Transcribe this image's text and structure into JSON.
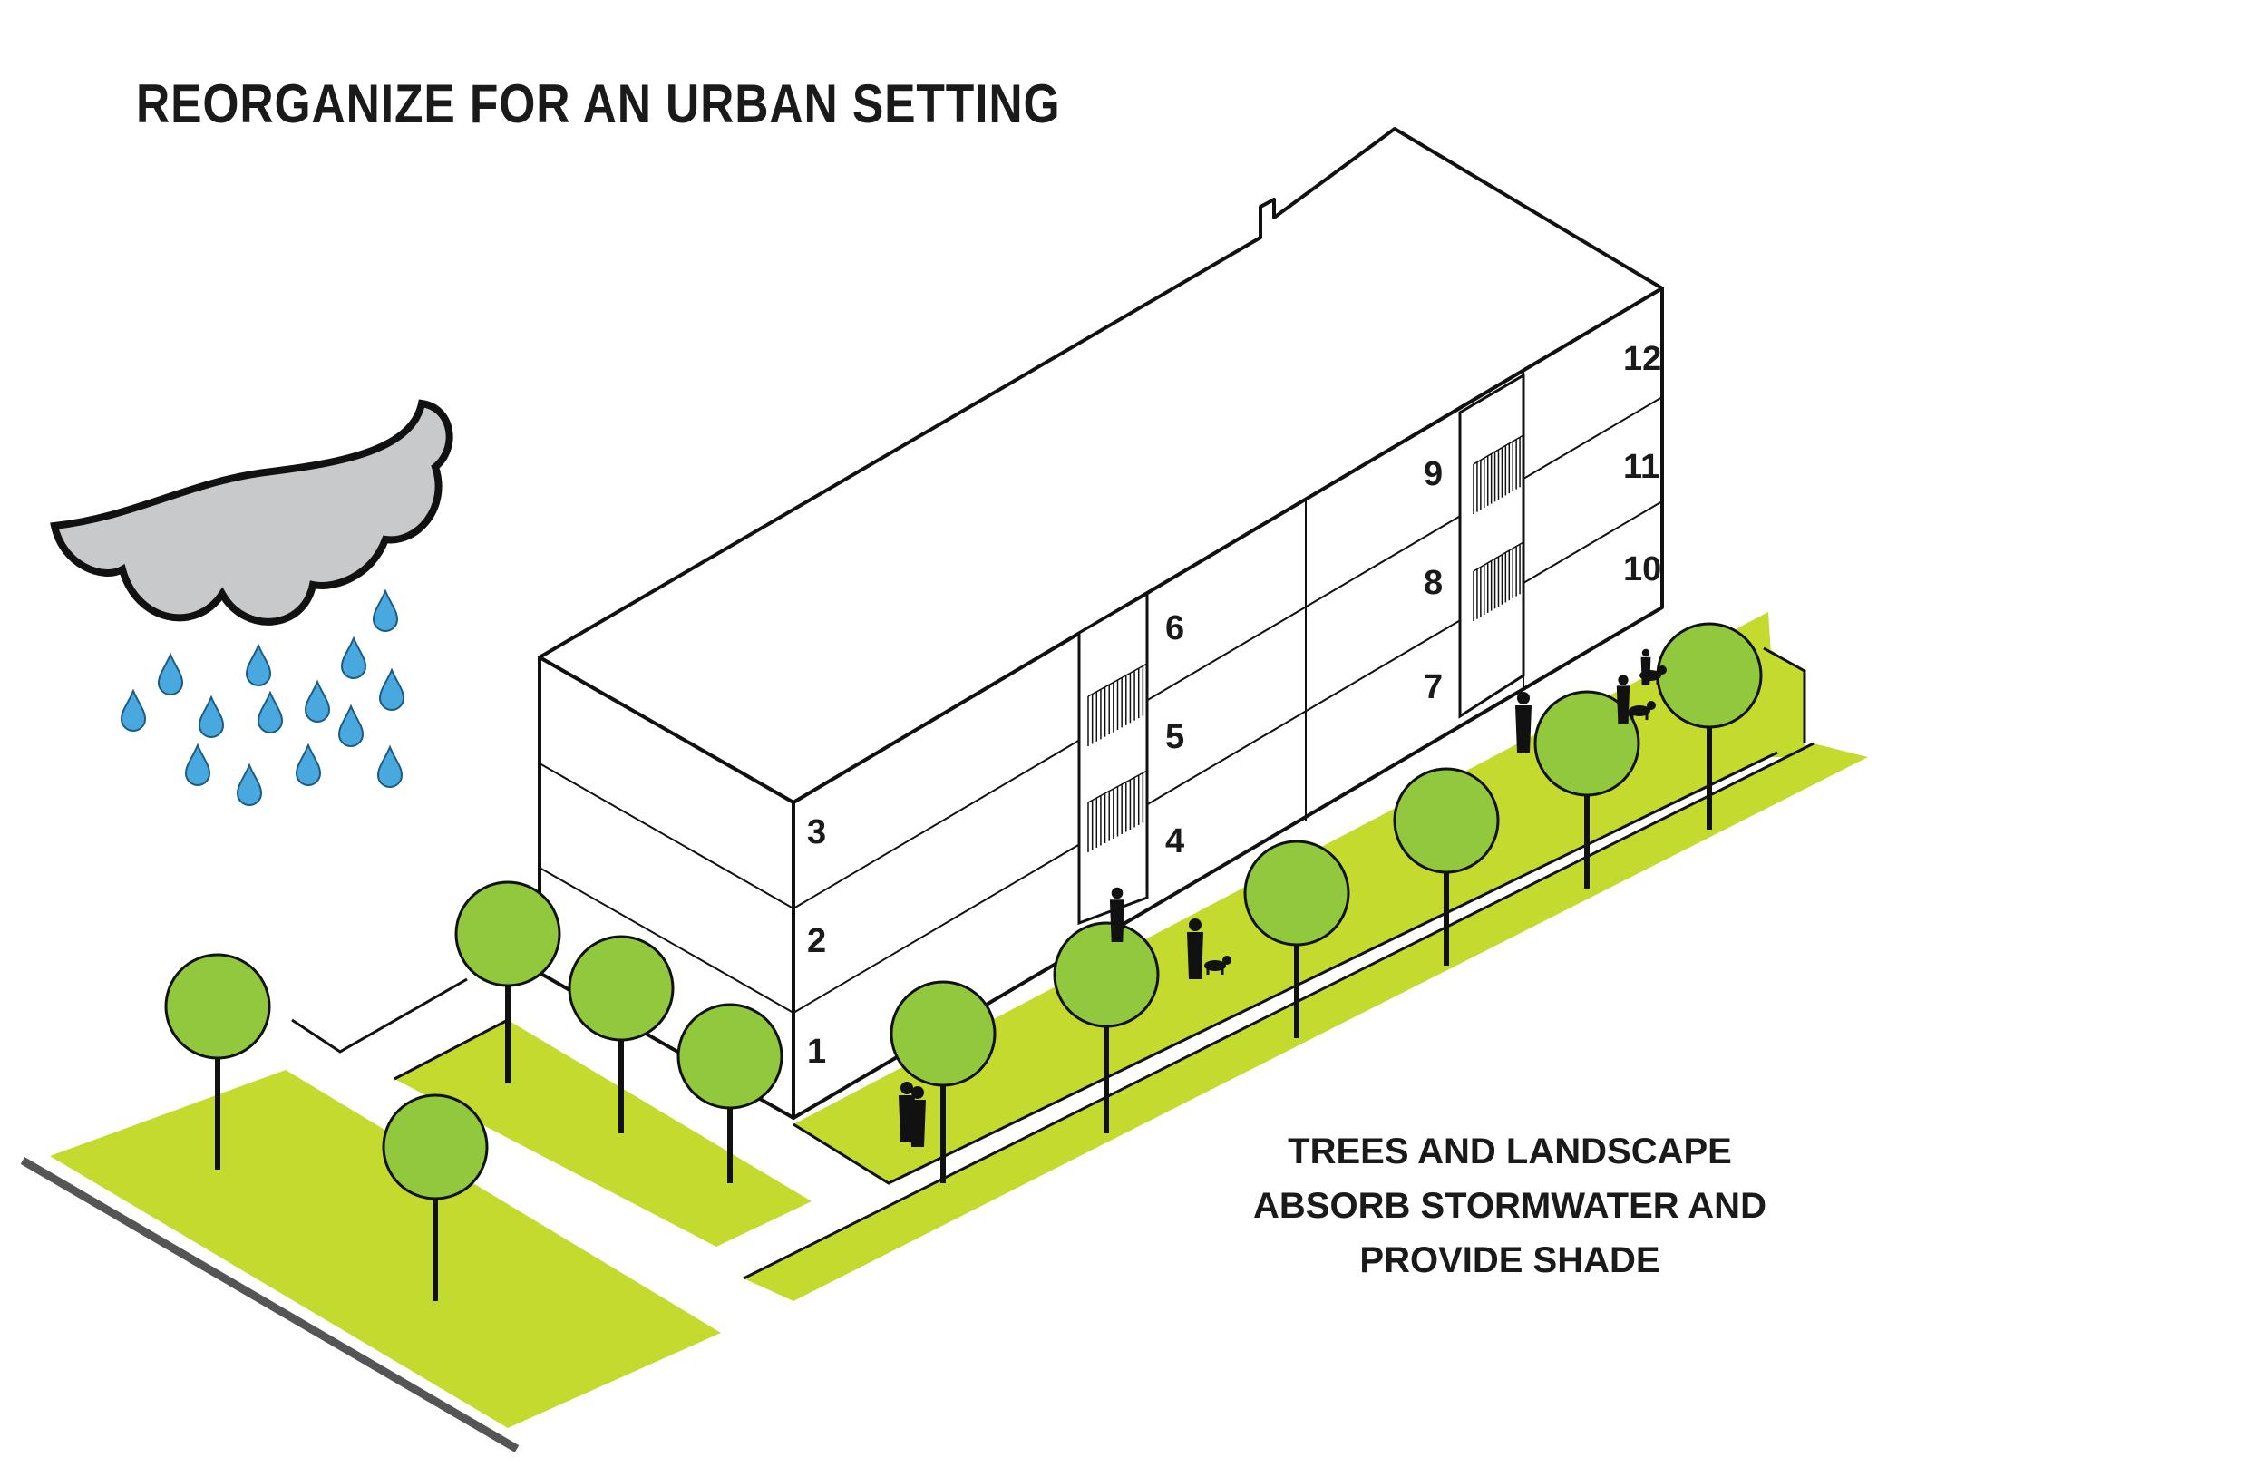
{
  "title": "REORGANIZE FOR AN URBAN SETTING",
  "caption": {
    "lines": [
      "TREES AND LANDSCAPE",
      "ABSORB STORMWATER AND",
      "PROVIDE SHADE"
    ]
  },
  "units": [
    "1",
    "2",
    "3",
    "4",
    "5",
    "6",
    "7",
    "8",
    "9",
    "10",
    "11",
    "12"
  ],
  "colors": {
    "landscape": "#c5da2e",
    "tree_canopy": "#92c83e",
    "cloud": "#c8c9cb",
    "raindrop": "#49a9df",
    "outline": "#111111"
  },
  "icons": [
    "cloud-icon",
    "raindrop-icon",
    "tree-icon",
    "person-icon",
    "dog-icon"
  ]
}
